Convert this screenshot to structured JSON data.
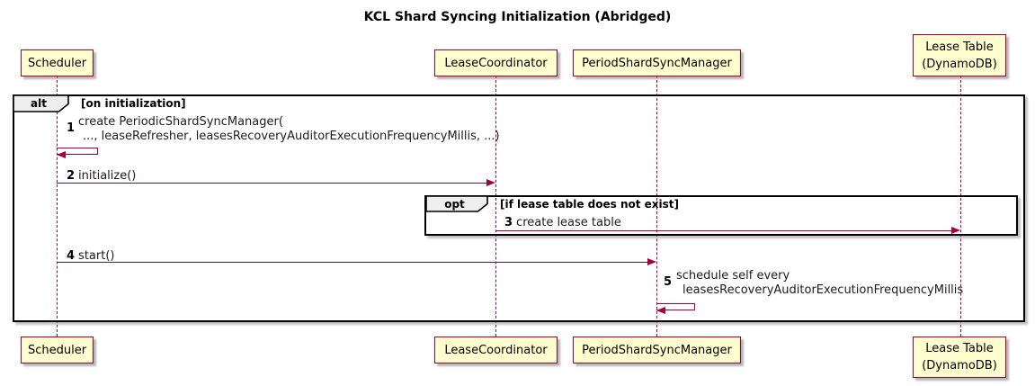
{
  "diagram": {
    "title": "KCL Shard Syncing Initialization (Abridged)"
  },
  "actors": {
    "scheduler": "Scheduler",
    "leaseCoordinator": "LeaseCoordinator",
    "periodShardSyncManager": "PeriodShardSyncManager",
    "leaseTable": "Lease Table\n(DynamoDB)"
  },
  "fragments": {
    "alt": {
      "label": "alt",
      "condition": "[on initialization]"
    },
    "opt": {
      "label": "opt",
      "condition": "[if lease table does not exist]"
    }
  },
  "messages": {
    "m1": {
      "num": "1",
      "line1": "create PeriodicShardSyncManager(",
      "line2": "..., leaseRefresher, leasesRecoveryAuditorExecutionFrequencyMillis, ...)"
    },
    "m2": {
      "num": "2",
      "text": "initialize()"
    },
    "m3": {
      "num": "3",
      "text": "create lease table"
    },
    "m4": {
      "num": "4",
      "text": "start()"
    },
    "m5": {
      "num": "5",
      "line1": "schedule self every",
      "line2": "leasesRecoveryAuditorExecutionFrequencyMillis"
    }
  },
  "colors": {
    "actor_fill": "#FEFECE",
    "actor_border": "#A80036",
    "arrow": "#A80036",
    "frame_border": "#000000",
    "fragment_label_fill": "#EEEEEE"
  }
}
